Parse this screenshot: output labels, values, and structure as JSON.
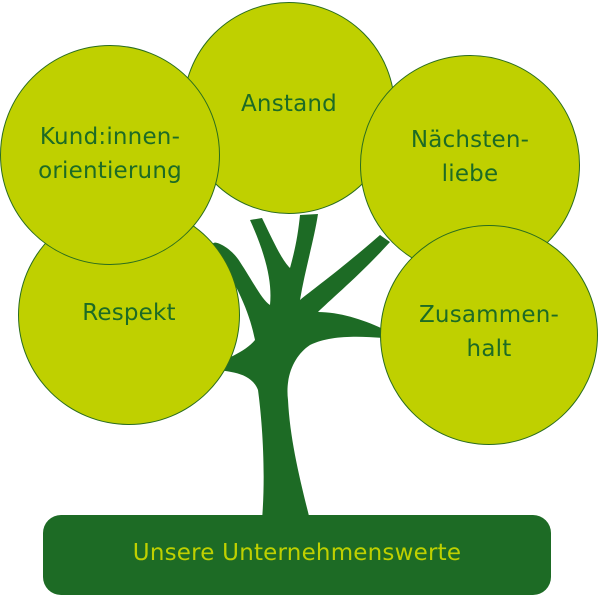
{
  "diagram": {
    "title": "Unsere Unternehmenswerte",
    "values": [
      {
        "id": "anstand",
        "label": "Anstand"
      },
      {
        "id": "kundinnenorientierung",
        "label": "Kund:innen-\norientierung"
      },
      {
        "id": "naechstenliebe",
        "label": "Nächsten-\nliebe"
      },
      {
        "id": "respekt",
        "label": "Respekt"
      },
      {
        "id": "zusammenhalt",
        "label": "Zusammen-\nhalt"
      }
    ],
    "colors": {
      "leaf": "#bfd000",
      "trunk": "#1d6b25",
      "leaf_text": "#1d6b25",
      "base_text": "#bfd000"
    }
  }
}
